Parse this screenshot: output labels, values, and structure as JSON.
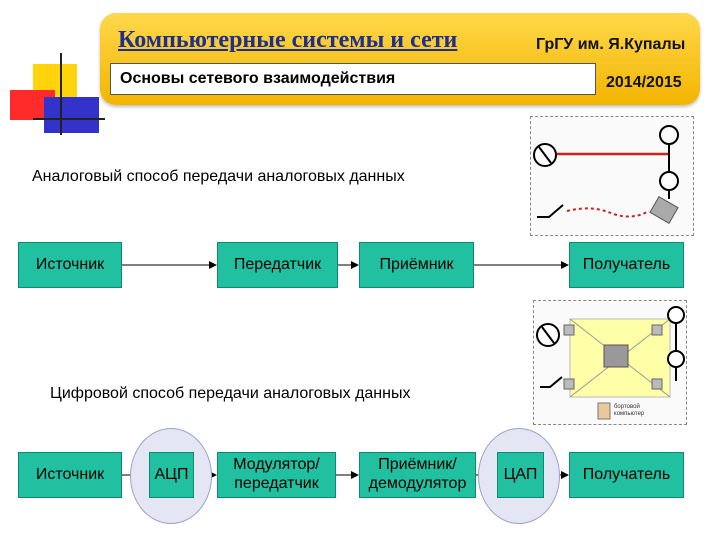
{
  "header": {
    "course_title": "Компьютерные системы и сети",
    "university": "ГрГУ им. Я.Купалы",
    "lecture_title": "Основы сетевого взаимодействия",
    "year": "2014/2015"
  },
  "sections": {
    "analog": {
      "heading": "Аналоговый способ передачи аналоговых данных",
      "blocks": [
        "Источник",
        "Передатчик",
        "Приёмник",
        "Получатель"
      ]
    },
    "digital": {
      "heading": "Цифровой способ передачи аналоговых данных",
      "blocks": [
        "Источник",
        "АЦП",
        "Модулятор/ передатчик",
        "Приёмник/ демодулятор",
        "ЦАП",
        "Получатель"
      ]
    }
  },
  "figure2_label": "бортовой компьютер",
  "colors": {
    "block": "#20c0a0",
    "circle": "#e4e6f4",
    "banner": "#f5bd00",
    "title": "#1f2f8f"
  }
}
